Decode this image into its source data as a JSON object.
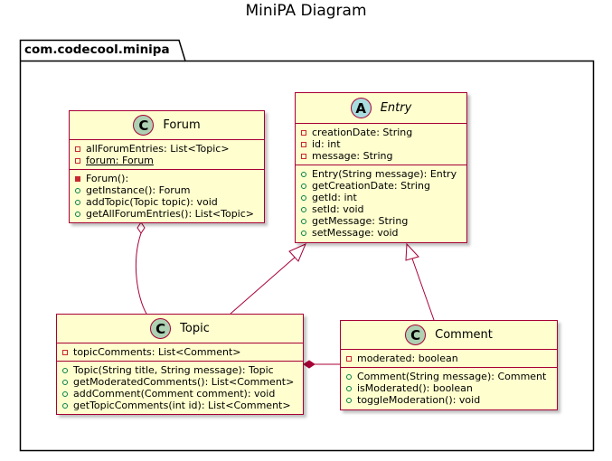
{
  "title": "MiniPA Diagram",
  "package": {
    "name": "com.codecool.minipa"
  },
  "classes": {
    "forum": {
      "name": "Forum",
      "stereotype": "C",
      "fields": [
        "allForumEntries: List<Topic>",
        "forum: Forum"
      ],
      "methods": [
        "Forum():",
        "getInstance(): Forum",
        "addTopic(Topic topic): void",
        "getAllForumEntries(): List<Topic>"
      ]
    },
    "entry": {
      "name": "Entry",
      "stereotype": "A",
      "fields": [
        "creationDate: String",
        "id: int",
        "message: String"
      ],
      "methods": [
        "Entry(String message): Entry",
        "getCreationDate: String",
        "getId: int",
        "setId: void",
        "getMessage: String",
        "setMessage: void"
      ]
    },
    "topic": {
      "name": "Topic",
      "stereotype": "C",
      "fields": [
        "topicComments: List<Comment>"
      ],
      "methods": [
        "Topic(String title, String message): Topic",
        "getModeratedComments(): List<Comment>",
        "addComment(Comment comment): void",
        "getTopicComments(int id): List<Comment>"
      ]
    },
    "comment": {
      "name": "Comment",
      "stereotype": "C",
      "fields": [
        "moderated: boolean"
      ],
      "methods": [
        "Comment(String message): Comment",
        "isModerated(): boolean",
        "toggleModeration(): void"
      ]
    }
  },
  "relations": [
    {
      "from": "Topic",
      "to": "Entry",
      "type": "inheritance"
    },
    {
      "from": "Comment",
      "to": "Entry",
      "type": "inheritance"
    },
    {
      "from": "Forum",
      "to": "Topic",
      "type": "aggregation"
    },
    {
      "from": "Topic",
      "to": "Comment",
      "type": "composition"
    }
  ],
  "colors": {
    "class_fill": "#FEFECE",
    "border": "#A80036",
    "class_icon": "#ADD1B2",
    "abstract_icon": "#A9DCDF"
  }
}
